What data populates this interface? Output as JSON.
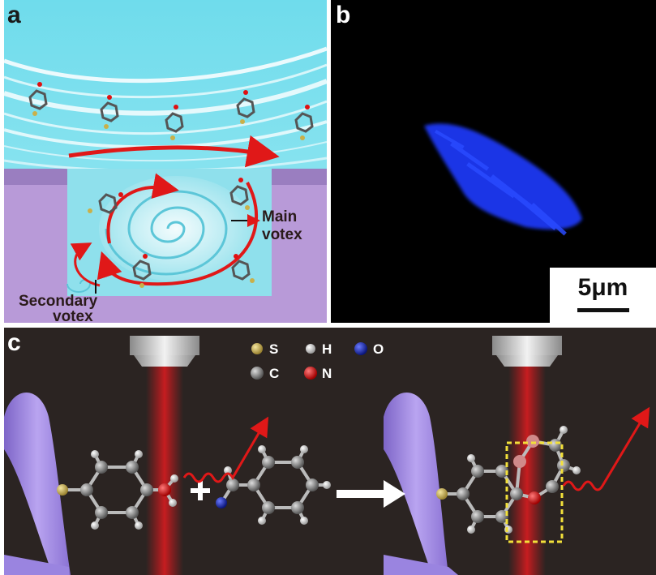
{
  "panels": {
    "a": {
      "letter": "a",
      "main_vortex_line1": "Main",
      "main_vortex_line2": "votex",
      "secondary_vortex_line1": "Secondary",
      "secondary_vortex_line2": "votex"
    },
    "b": {
      "letter": "b",
      "scale_label": "5μm"
    },
    "c": {
      "letter": "c",
      "legend": [
        {
          "label": "S",
          "color": "#c9b04a"
        },
        {
          "label": "H",
          "color": "#eeeeee"
        },
        {
          "label": "O",
          "color": "#1a2fb0"
        },
        {
          "label": "C",
          "color": "#8a8a8a"
        },
        {
          "label": "N",
          "color": "#e01010"
        }
      ]
    }
  },
  "colors": {
    "fluid": "#6fd8e8",
    "substrate": "#b79ad8",
    "arrow": "#e01818",
    "fluorescence": "#1f3cff",
    "tip": "#a78fe8",
    "laser": "#c0181c"
  }
}
